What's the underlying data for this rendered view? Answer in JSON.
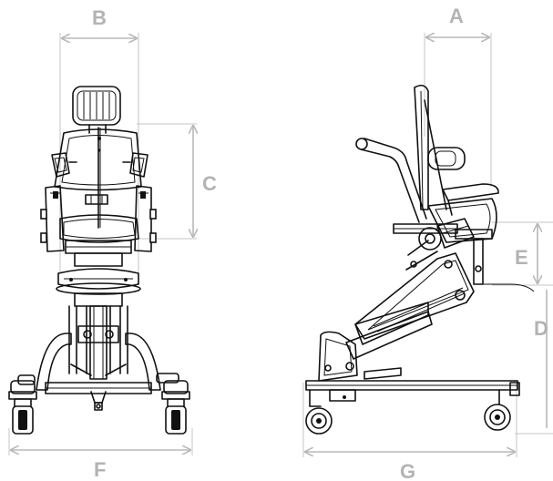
{
  "diagram": {
    "labels": {
      "a": "A",
      "b": "B",
      "c": "C",
      "d": "D",
      "e": "E",
      "f": "F",
      "g": "G"
    },
    "colors": {
      "line_art": "#111111",
      "dimension": "#b8b8b8",
      "label": "#b3b3b3",
      "background": "#ffffff"
    }
  }
}
